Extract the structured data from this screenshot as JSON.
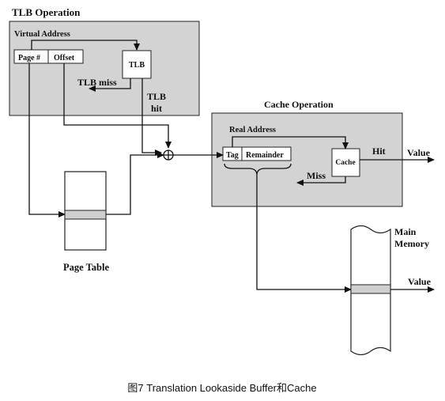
{
  "tlb_operation": {
    "title": "TLB Operation",
    "virtual_address_label": "Virtual Address",
    "page_field": "Page #",
    "offset_field": "Offset",
    "tlb_box": "TLB",
    "tlb_miss": "TLB miss",
    "tlb_hit_line1": "TLB",
    "tlb_hit_line2": "hit"
  },
  "page_table": {
    "label": "Page Table"
  },
  "cache_operation": {
    "title": "Cache Operation",
    "real_address_label": "Real Address",
    "tag_field": "Tag",
    "remainder_field": "Remainder",
    "cache_box": "Cache",
    "hit": "Hit",
    "miss": "Miss",
    "value": "Value"
  },
  "main_memory": {
    "line1": "Main",
    "line2": "Memory",
    "value": "Value"
  },
  "caption": "图7 Translation Lookaside Buffer和Cache",
  "colors": {
    "panel_fill": "#d3d3d3",
    "page_table_row": "#cfcfcf",
    "line": "#111111"
  }
}
